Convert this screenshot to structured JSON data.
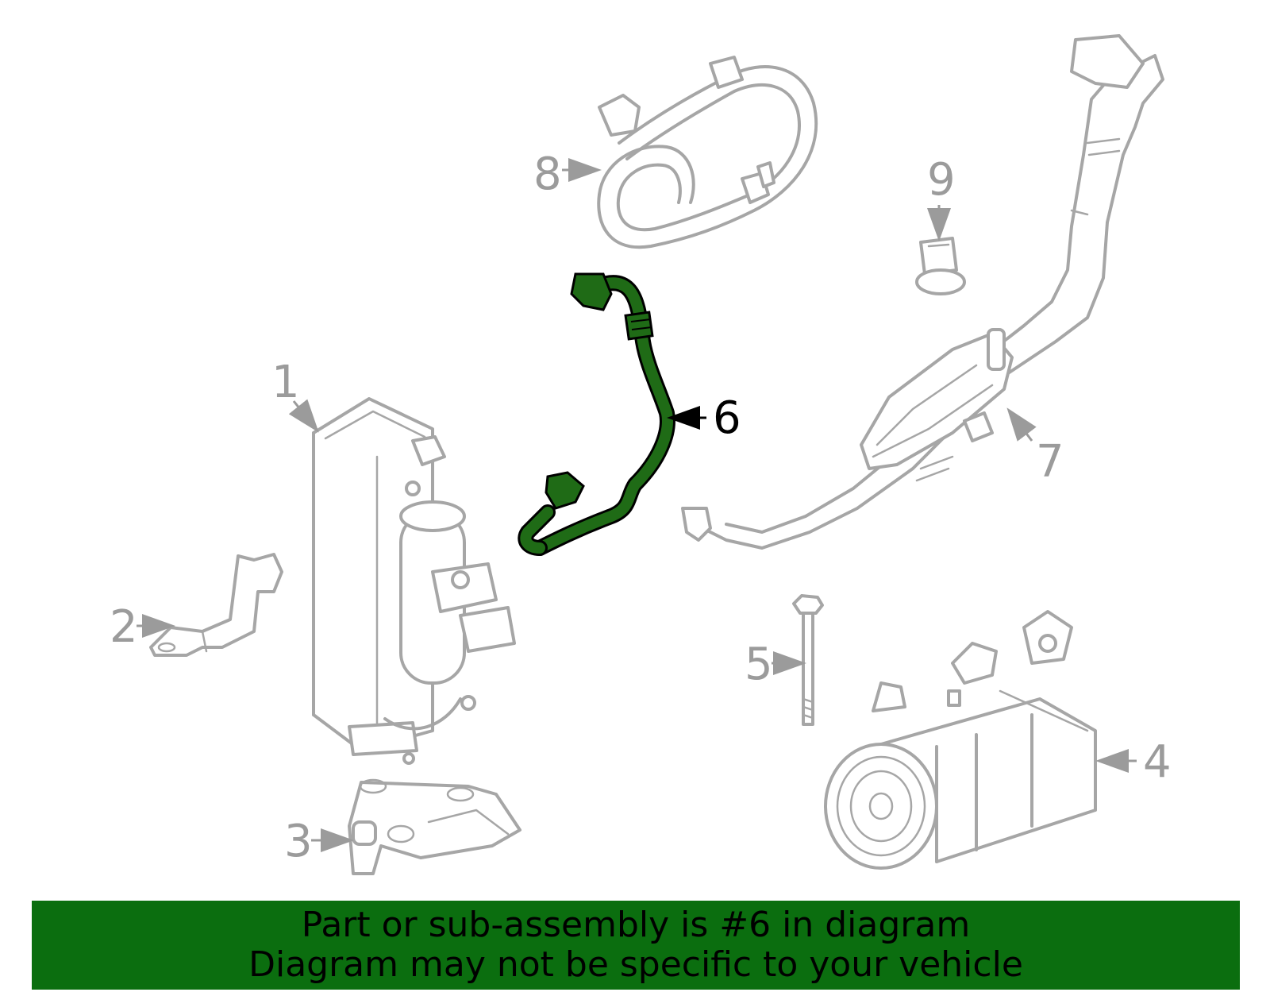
{
  "diagram": {
    "callouts": [
      {
        "number": "1"
      },
      {
        "number": "2"
      },
      {
        "number": "3"
      },
      {
        "number": "4"
      },
      {
        "number": "5"
      },
      {
        "number": "6"
      },
      {
        "number": "7"
      },
      {
        "number": "8"
      },
      {
        "number": "9"
      }
    ],
    "highlighted_part": "6",
    "highlight_color": "#1f6b16",
    "part_color": "#a6a6a6"
  },
  "banner": {
    "line1": "Part or sub-assembly is #6 in diagram",
    "line2": "Diagram may not be specific to your vehicle",
    "background_color": "#0b6e0f"
  }
}
